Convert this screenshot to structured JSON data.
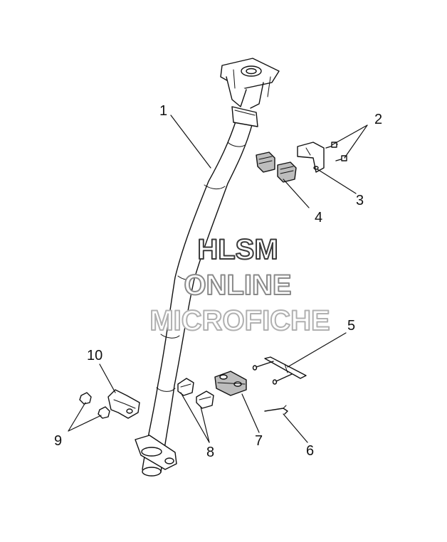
{
  "callouts": {
    "c1": "1",
    "c2": "2",
    "c3": "3",
    "c4": "4",
    "c5": "5",
    "c6": "6",
    "c7": "7",
    "c8": "8",
    "c9": "9",
    "c10": "10"
  },
  "watermark": {
    "line1": "HLSM",
    "line2": "ONLINE",
    "line3": "MICROFICHE",
    "color_dark": "#3a3a3a",
    "color_light": "#9a9a9a"
  },
  "colors": {
    "line": "#111111",
    "part_fill": "#ffffff",
    "shade": "#bdbdbd"
  }
}
